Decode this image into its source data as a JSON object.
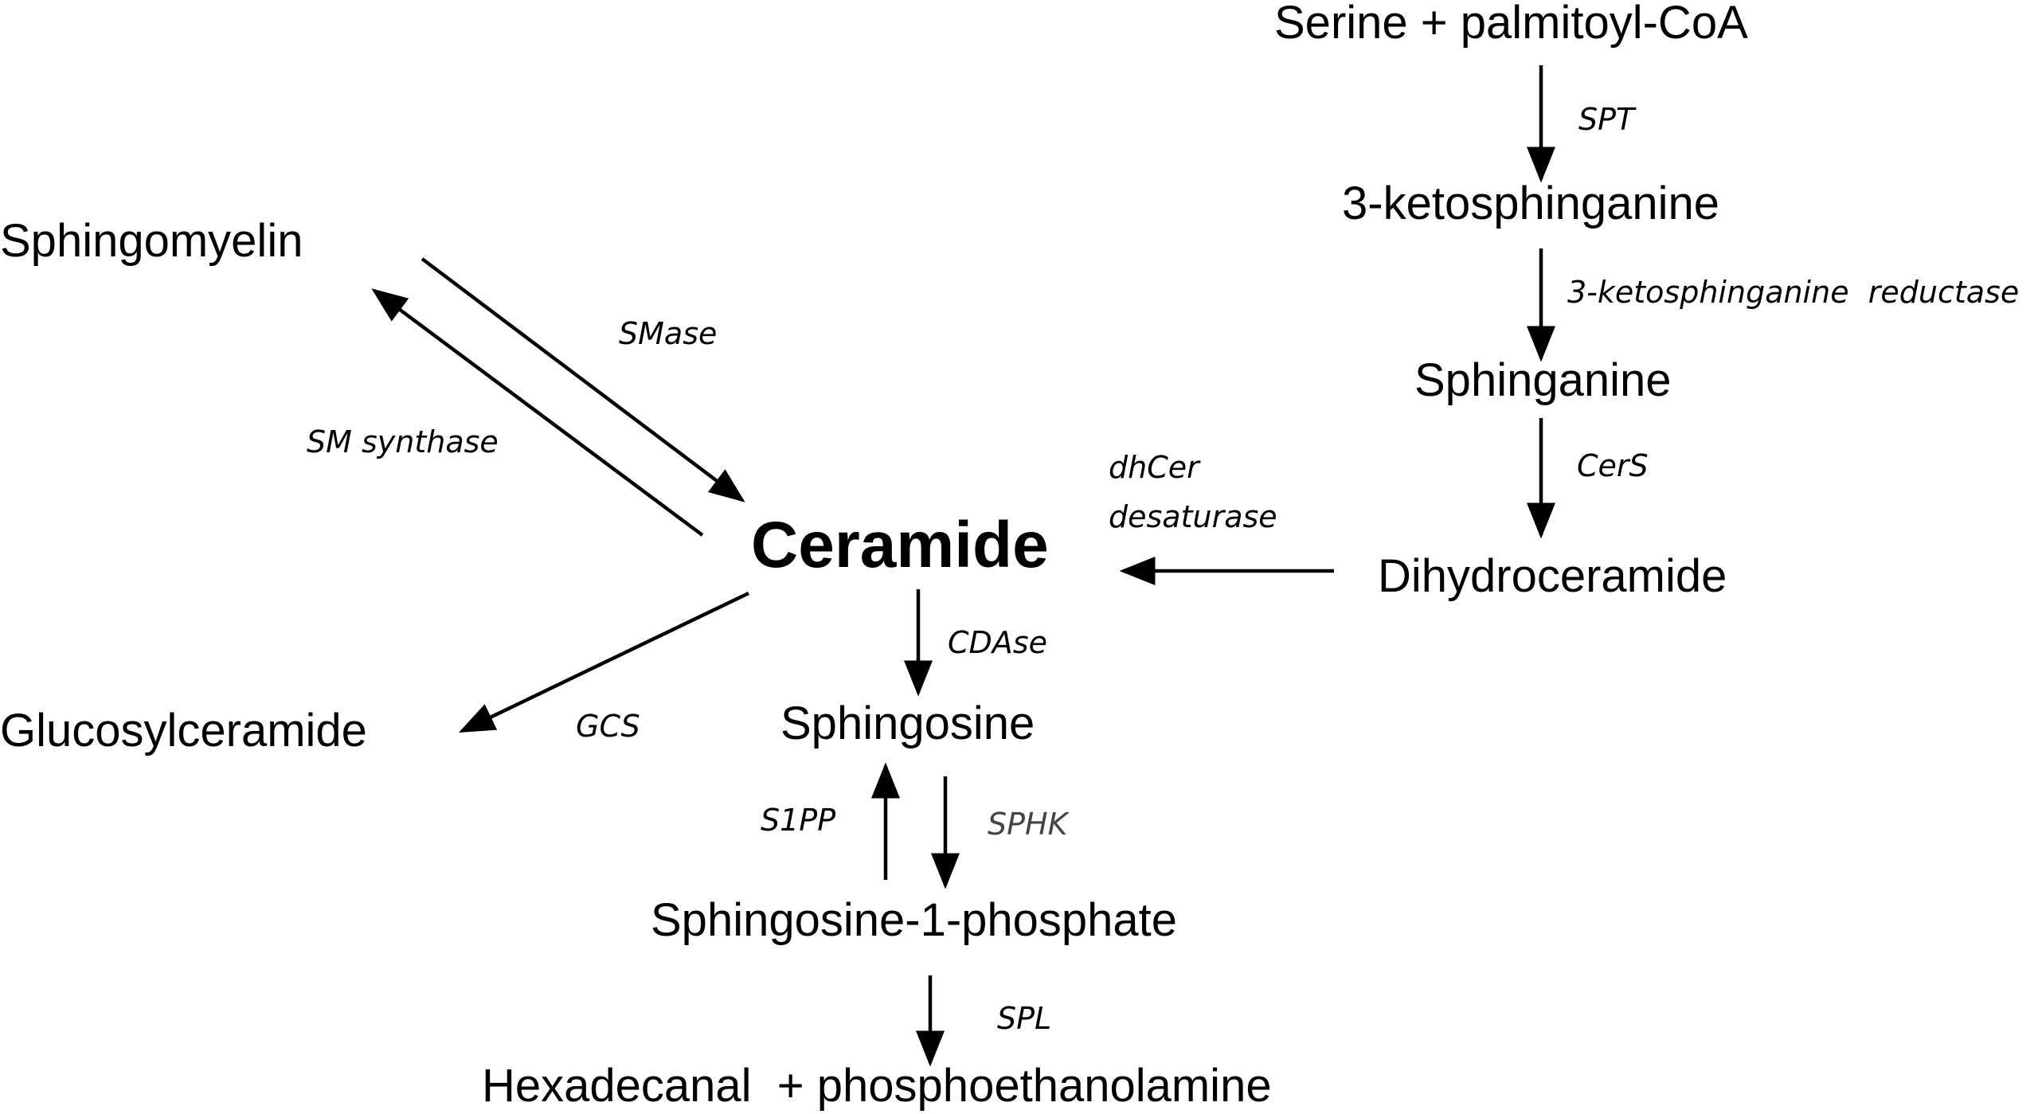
{
  "nodes": {
    "serine_palmitoyl_coa": "Serine + palmitoyl-CoA",
    "ketosphinganine": "3-ketosphinganine",
    "sphinganine": "Sphinganine",
    "dihydroceramide": "Dihydroceramide",
    "ceramide": "Ceramide",
    "sphingomyelin": "Sphingomyelin",
    "glucosylceramide": "Glucosylceramide",
    "sphingosine": "Sphingosine",
    "sphingosine_1_phosphate": "Sphingosine-1-phosphate",
    "hexadecanal_phosphoethanolamine": "Hexadecanal  + phosphoethanolamine"
  },
  "enzymes": {
    "spt": "SPT",
    "ketosphinganine_reductase": "3-ketosphinganine  reductase",
    "cers": "CerS",
    "dhcer_desaturase_line1": "dhCer",
    "dhcer_desaturase_line2": "desaturase",
    "smase": "SMase",
    "sm_synthase": "SM synthase",
    "gcs": "GCS",
    "cdase": "CDAse",
    "s1pp": "S1PP",
    "sphk": "SPHK",
    "spl": "SPL"
  },
  "colors": {
    "ink": "#000000",
    "sphk_label": "#444444",
    "background": "#ffffff"
  }
}
